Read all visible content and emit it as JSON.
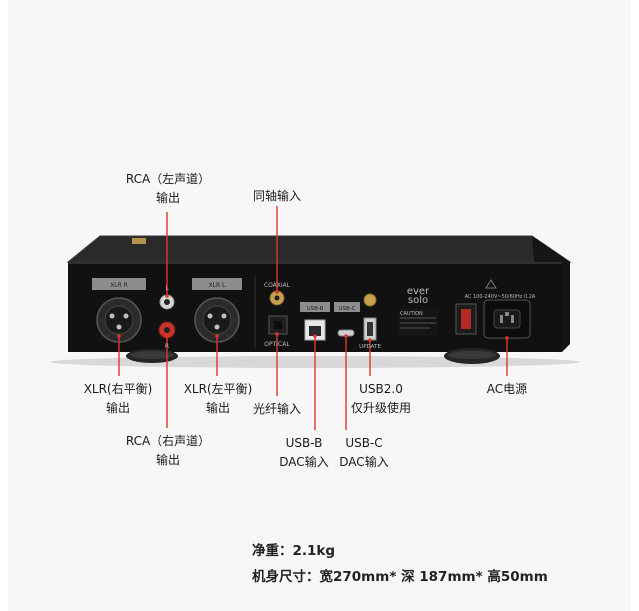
{
  "callouts": {
    "rca_left": {
      "line1": "RCA（左声道）",
      "line2": "输出"
    },
    "coaxial_in": {
      "line1": "同轴输入"
    },
    "xlr_right": {
      "line1": "XLR(右平衡)",
      "line2": "输出"
    },
    "xlr_left": {
      "line1": "XLR(左平衡)",
      "line2": "输出"
    },
    "optical_in": {
      "line1": "光纤输入"
    },
    "usb2": {
      "line1": "USB2.0",
      "line2": "仅升级使用"
    },
    "ac_power": {
      "line1": "AC电源"
    },
    "rca_right": {
      "line1": "RCA（右声道）",
      "line2": "输出"
    },
    "usb_b": {
      "line1": "USB-B",
      "line2": "DAC输入"
    },
    "usb_c": {
      "line1": "USB-C",
      "line2": "DAC输入"
    }
  },
  "panel": {
    "xlr_r": "XLR R",
    "xlr_l": "XLR L",
    "l": "L",
    "r": "R",
    "coaxial": "COAXIAL",
    "optical": "OPTICAL",
    "usb_b": "USB-B",
    "usb_c": "USB-C",
    "update": "UPDATE",
    "brand_top": "ever",
    "brand_bottom": "solo",
    "ac_spec": "AC 100-240V~50/60Hz 0.2A",
    "caution_title": "CAUTION"
  },
  "specs": {
    "weight": "净重：2.1kg",
    "dimensions": "机身尺寸：宽270mm* 深 187mm* 高50mm"
  },
  "colors": {
    "chassis": "#1c1c1c",
    "panel": "#101010",
    "leader_line": "#e0352b",
    "label_plate": "#8d8d8d",
    "gold": "#b8934a"
  }
}
